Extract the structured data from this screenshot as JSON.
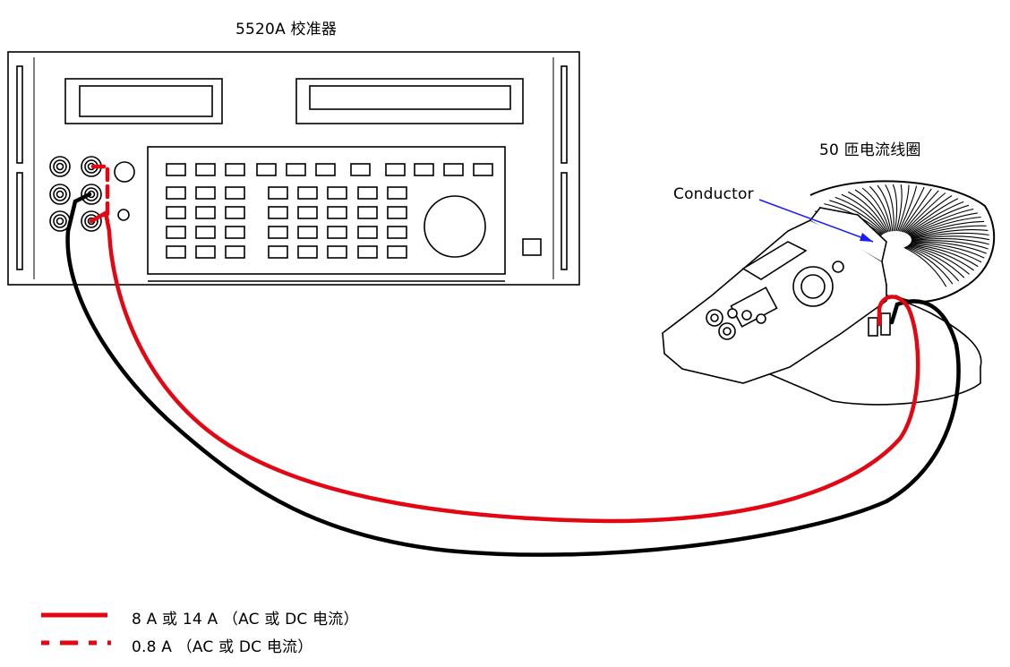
{
  "diagram": {
    "calibrator_label": "5520A 校准器",
    "coil_label": "50 匝电流线圈",
    "conductor_label": "Conductor",
    "legend": [
      {
        "text": "8 A 或 14 A （AC 或 DC 电流）",
        "style": "solid",
        "color": "#e30613"
      },
      {
        "text": "0.8 A （AC 或 DC 电流）",
        "style": "dashed",
        "color": "#e30613"
      }
    ],
    "colors": {
      "red_lead": "#e30613",
      "black_lead": "#000000",
      "annotation_arrow": "#1a1aff"
    }
  }
}
